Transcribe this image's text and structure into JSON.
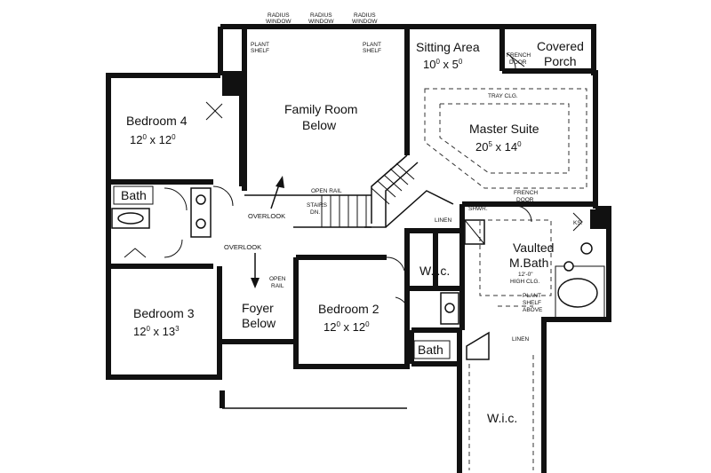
{
  "rooms": {
    "family_room": {
      "line1": "Family Room",
      "line2": "Below"
    },
    "sitting_area": {
      "name": "Sitting Area",
      "dim_a": "10",
      "dim_a_sup": "0",
      "dim_b": "5",
      "dim_b_sup": "0"
    },
    "covered_porch": {
      "line1": "Covered",
      "line2": "Porch"
    },
    "master_suite": {
      "name": "Master Suite",
      "dim_a": "20",
      "dim_a_sup": "5",
      "dim_b": "14",
      "dim_b_sup": "0"
    },
    "bedroom4": {
      "name": "Bedroom 4",
      "dim_a": "12",
      "dim_a_sup": "0",
      "dim_b": "12",
      "dim_b_sup": "0"
    },
    "bedroom3": {
      "name": "Bedroom 3",
      "dim_a": "12",
      "dim_a_sup": "0",
      "dim_b": "13",
      "dim_b_sup": "3"
    },
    "bedroom2": {
      "name": "Bedroom 2",
      "dim_a": "12",
      "dim_a_sup": "0",
      "dim_b": "12",
      "dim_b_sup": "0"
    },
    "foyer": {
      "line1": "Foyer",
      "line2": "Below"
    },
    "vaulted_bath": {
      "line1": "Vaulted",
      "line2": "M.Bath",
      "note1": "12'-0\"",
      "note2": "HIGH CLG."
    },
    "bath_left": {
      "name": "Bath"
    },
    "bath_lower": {
      "name": "Bath"
    },
    "wic_small": {
      "name": "W.i.c."
    },
    "wic_large": {
      "name": "W.i.c."
    }
  },
  "labels": {
    "radius_windows": [
      {
        "line1": "RADIUS",
        "line2": "WINDOW"
      },
      {
        "line1": "RADIUS",
        "line2": "WINDOW"
      },
      {
        "line1": "RADIUS",
        "line2": "WINDOW"
      }
    ],
    "plant_shelf_left": {
      "line1": "PLANT",
      "line2": "SHELF"
    },
    "plant_shelf_right": {
      "line1": "PLANT",
      "line2": "SHELF"
    },
    "french_door_porch": {
      "line1": "FRENCH",
      "line2": "DOOR"
    },
    "tray_clg": "TRAY CLG.",
    "french_door_bath": {
      "line1": "FRENCH",
      "line2": "DOOR"
    },
    "shwr": "SHWR.",
    "linen_top": "LINEN",
    "ks": "KS.",
    "open_rail_top": "OPEN RAIL",
    "stairs": {
      "line1": "STAIRS",
      "line2": "DN."
    },
    "overlook_upper": "OVERLOOK",
    "overlook_lower": "OVERLOOK",
    "open_rail_foyer": {
      "line1": "OPEN",
      "line2": "RAIL"
    },
    "plant_shelf_above": {
      "line1": "PLANT",
      "line2": "SHELF",
      "line3": "ABOVE"
    },
    "linen_bottom": "LINEN"
  }
}
